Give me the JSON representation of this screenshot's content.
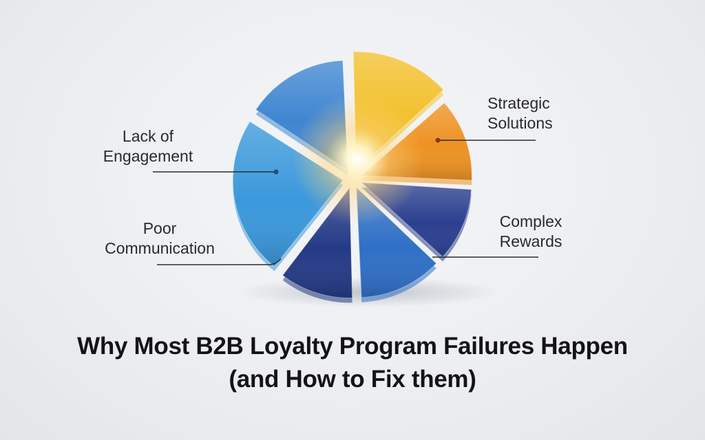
{
  "chart_data": {
    "type": "pie",
    "title": "Why Most B2B Loyalty Program Failures Happen",
    "subtitle": "(and How to Fix them)",
    "categories": [
      "Strategic Solutions",
      "Complex Rewards",
      "Poor Communication",
      "Lack of Engagement"
    ],
    "segments": [
      {
        "name": "",
        "value": 13.9,
        "color": "#f2c12e"
      },
      {
        "name": "Strategic Solutions",
        "value": 12.5,
        "color": "#ee9223"
      },
      {
        "name": "Complex Rewards",
        "value": 11.1,
        "color": "#2b3f8f"
      },
      {
        "name": "",
        "value": 12.5,
        "color": "#2f6fc6"
      },
      {
        "name": "Poor Communication",
        "value": 11.1,
        "color": "#243a86"
      },
      {
        "name": "Lack of Engagement",
        "value": 23.6,
        "color": "#3a98db"
      },
      {
        "name": "",
        "value": 15.3,
        "color": "#3f86d1"
      }
    ],
    "legend": "none",
    "grid": false
  },
  "labels": {
    "lack_of_engagement_line1": "Lack of",
    "lack_of_engagement_line2": "Engagement",
    "poor_communication_line1": "Poor",
    "poor_communication_line2": "Communication",
    "strategic_solutions_line1": "Strategic",
    "strategic_solutions_line2": "Solutions",
    "complex_rewards_line1": "Complex",
    "complex_rewards_line2": "Rewards"
  },
  "title": {
    "line1": "Why Most B2B Loyalty Program Failures Happen",
    "line2": "(and How to Fix them)"
  }
}
